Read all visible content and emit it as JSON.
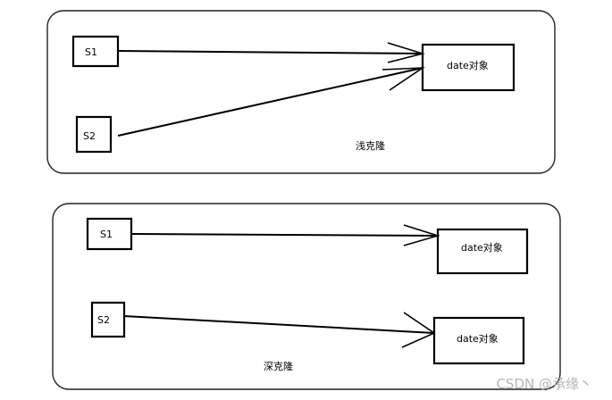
{
  "panels": [
    {
      "caption": "浅克隆",
      "s1_label": "S1",
      "s2_label": "S2",
      "target_label": "date对象"
    },
    {
      "caption": "深克隆",
      "s1_label": "S1",
      "s2_label": "S2",
      "target1_label": "date对象",
      "target2_label": "date对象"
    }
  ],
  "watermark": "CSDN @承缘丶"
}
